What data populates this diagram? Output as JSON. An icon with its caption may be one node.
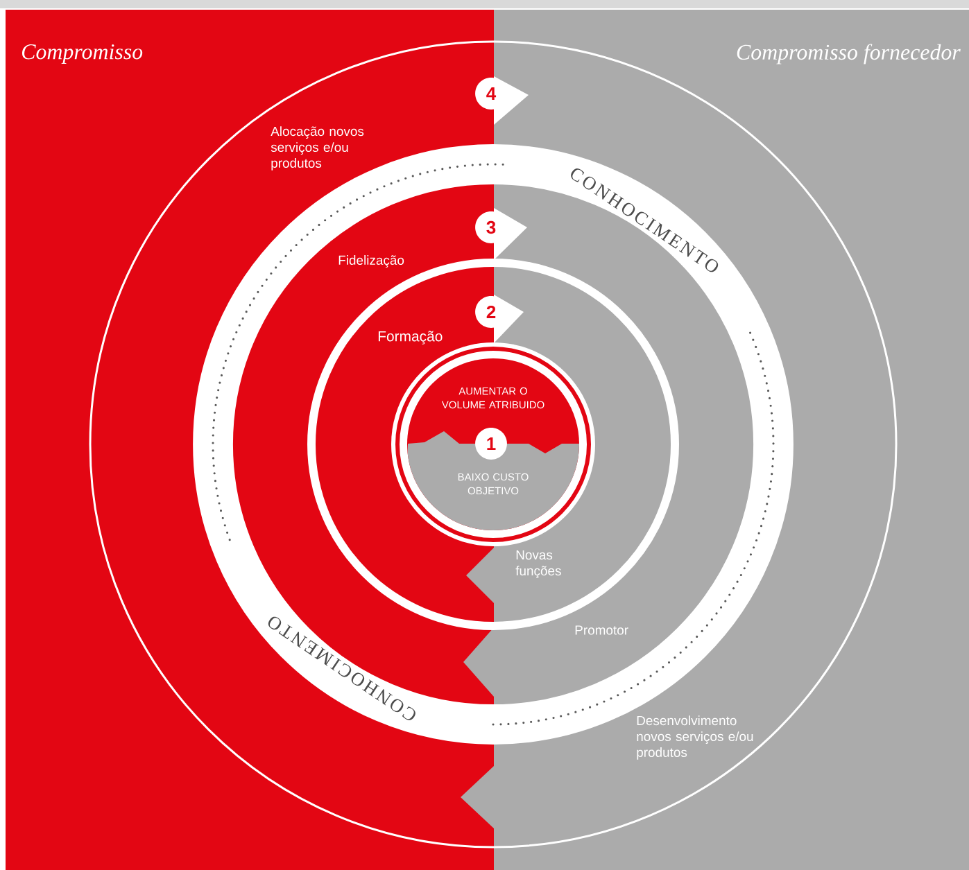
{
  "diagram": {
    "nodes": [
      {
        "text": [
          "AUMENTAR O VOLUME ATRIBUIDO",
          "BAIXO CUSTO OBJETIVO"
        ]
      },
      {
        "text": [
          "1"
        ],
        "in": 0
      },
      {
        "text": [
          "2"
        ]
      },
      {
        "text": [
          "3"
        ]
      },
      {
        "text": [
          "4"
        ]
      }
    ],
    "labels": [
      "Compromisso",
      "Compromisso fornecedor",
      "Alocação novos serviços e/ou produtos",
      "CONHOCIMENTO",
      "Fidelização",
      "Formação",
      "Novas funções",
      "Promotor",
      "CONHOCIMENTO",
      "Desenvolvimento novos serviços e/ou produtos"
    ]
  }
}
